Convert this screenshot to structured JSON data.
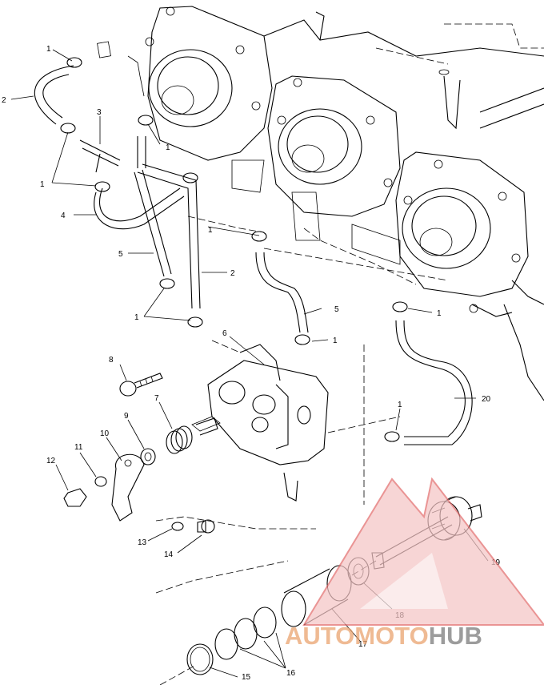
{
  "watermark": {
    "part1": "AUTO",
    "part2": "MOTO",
    "part3": "HUB",
    "color_accent": "#f4c5c5",
    "color_outline": "#e26b6b",
    "color_text": "#e9a06a",
    "color_text_dark": "#777777"
  },
  "callouts": {
    "c1a": "1",
    "c2a": "2",
    "c3": "3",
    "c1b": "1",
    "c1c": "1",
    "c4": "4",
    "c5a": "5",
    "c2b": "2",
    "c1d": "1",
    "c1e": "1",
    "c5b": "5",
    "c1f": "1",
    "c6": "6",
    "c1g": "1",
    "c8": "8",
    "c20": "20",
    "c1h": "1",
    "c7": "7",
    "c9": "9",
    "c10": "10",
    "c11": "11",
    "c12": "12",
    "c13": "13",
    "c14": "14",
    "c19": "19",
    "c18": "18",
    "c17": "17",
    "c16": "16",
    "c15": "15"
  }
}
